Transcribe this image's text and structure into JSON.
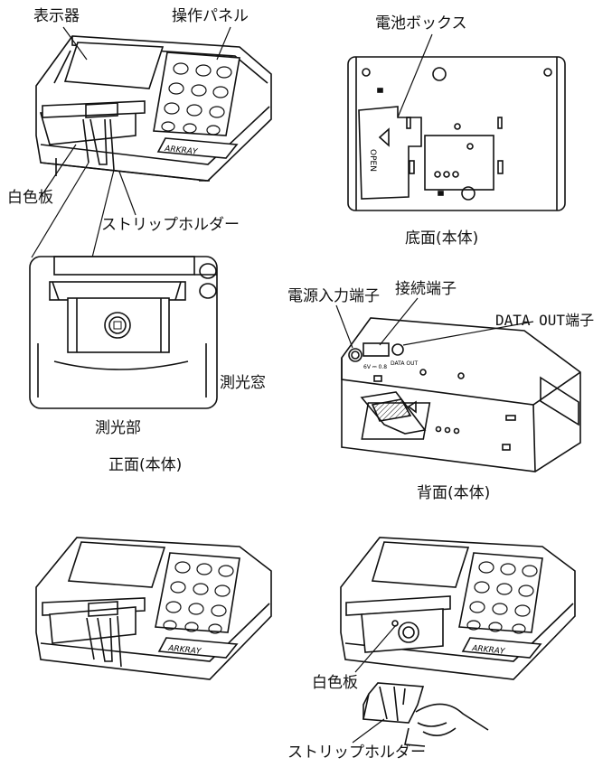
{
  "labels": {
    "display": "表示器",
    "control_panel": "操作パネル",
    "white_board_top": "白色板",
    "strip_holder_top": "ストリップホルダー",
    "measurement_window": "測光窓",
    "measurement_section": "測光部",
    "battery_box": "電池ボックス",
    "power_input": "電源入力端子",
    "connection_terminal": "接続端子",
    "data_out_terminal": "DATA OUT端子",
    "white_board_bottom": "白色板",
    "strip_holder_bottom": "ストリップホルダー"
  },
  "captions": {
    "front": "正面(本体)",
    "bottom": "底面(本体)",
    "back": "背面(本体)"
  },
  "device_text": {
    "logo": "ARKRAY",
    "battery_open": "OPEN",
    "port_label": "6V ⎓ 0.8",
    "data_out_port": "DATA OUT"
  }
}
